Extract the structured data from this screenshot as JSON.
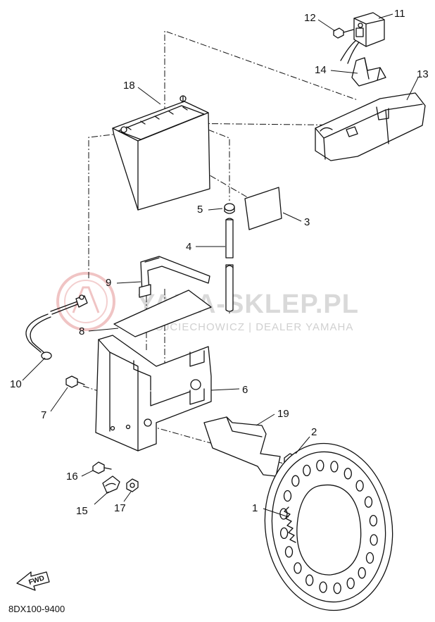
{
  "watermark": {
    "title": "YAMA-SKLEP.PL",
    "subtitle": "WOJCIECHOWICZ | DEALER YAMAHA",
    "logo_color": "#e8a4a4"
  },
  "diagram_code": "8DX100-9400",
  "fwd_label": "FWD",
  "callouts": [
    {
      "id": "1",
      "label": "1"
    },
    {
      "id": "2",
      "label": "2"
    },
    {
      "id": "3",
      "label": "3"
    },
    {
      "id": "4",
      "label": "4"
    },
    {
      "id": "5",
      "label": "5"
    },
    {
      "id": "6",
      "label": "6"
    },
    {
      "id": "7",
      "label": "7"
    },
    {
      "id": "8",
      "label": "8"
    },
    {
      "id": "9",
      "label": "9"
    },
    {
      "id": "10",
      "label": "10"
    },
    {
      "id": "11",
      "label": "11"
    },
    {
      "id": "12",
      "label": "12"
    },
    {
      "id": "13",
      "label": "13"
    },
    {
      "id": "14",
      "label": "14"
    },
    {
      "id": "15",
      "label": "15"
    },
    {
      "id": "16",
      "label": "16"
    },
    {
      "id": "17",
      "label": "17"
    },
    {
      "id": "18",
      "label": "18"
    },
    {
      "id": "19",
      "label": "19"
    }
  ]
}
